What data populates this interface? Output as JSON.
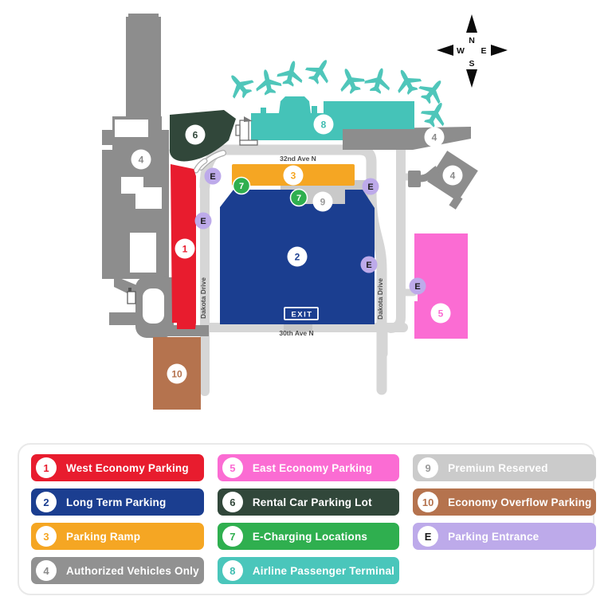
{
  "map": {
    "streets": {
      "ave_32nd": "32nd Ave N",
      "ave_30th": "30th Ave N",
      "dakota_left": "Dakota Drive",
      "dakota_right": "Dakota Drive"
    },
    "exit_label": "EXIT",
    "compass": {
      "n": "N",
      "s": "S",
      "e": "E",
      "w": "W"
    },
    "markers": {
      "m1": "1",
      "m2": "2",
      "m3": "3",
      "m4": "4",
      "m5": "5",
      "m6": "6",
      "m7": "7",
      "m8": "8",
      "m9": "9",
      "m10": "10",
      "e": "E"
    },
    "colors": {
      "roads": "#D6D6D6",
      "structures": "#8D8D8D",
      "planes_and_terminal": "#45C3B8"
    }
  },
  "legend": {
    "items": [
      {
        "badge": "1",
        "label": "West Economy Parking",
        "color": "#E81C2E"
      },
      {
        "badge": "2",
        "label": "Long Term Parking",
        "color": "#1B3E90"
      },
      {
        "badge": "3",
        "label": "Parking Ramp",
        "color": "#F5A623"
      },
      {
        "badge": "4",
        "label": "Authorized Vehicles Only",
        "color": "#919191"
      },
      {
        "badge": "5",
        "label": "East Economy Parking",
        "color": "#FB6CD3"
      },
      {
        "badge": "6",
        "label": "Rental Car Parking Lot",
        "color": "#31473A"
      },
      {
        "badge": "7",
        "label": "E-Charging Locations",
        "color": "#2FAF4F"
      },
      {
        "badge": "8",
        "label": "Airline Passenger Terminal",
        "color": "#4AC6BB"
      },
      {
        "badge": "9",
        "label": "Premium Reserved",
        "color": "#CBCBCB"
      },
      {
        "badge": "10",
        "label": "Economy Overflow Parking",
        "color": "#B5734E"
      },
      {
        "badge": "E",
        "label": "Parking Entrance",
        "color": "#BDAAEA"
      }
    ]
  }
}
